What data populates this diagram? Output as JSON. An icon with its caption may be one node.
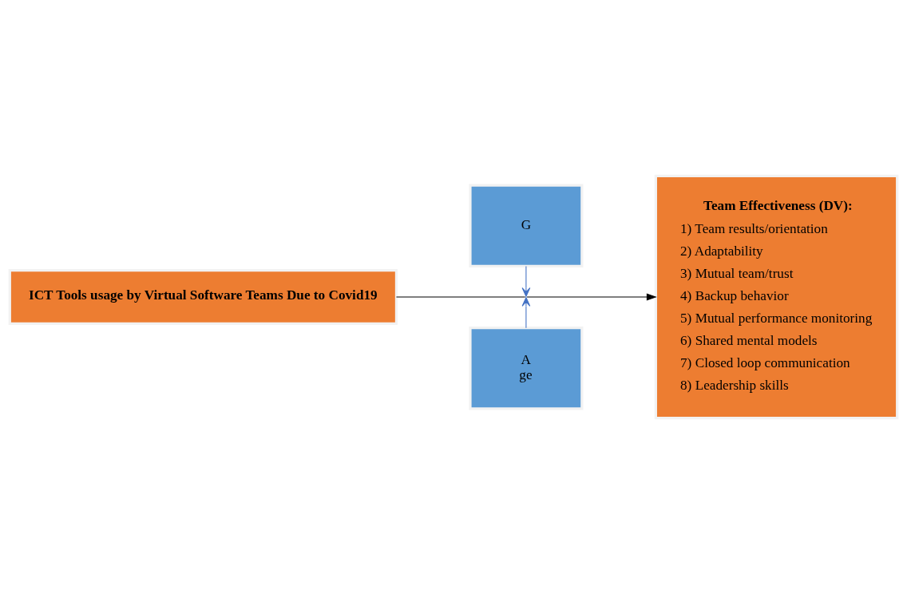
{
  "diagram": {
    "nodes": [
      {
        "text": [
          "G"
        ]
      },
      {
        "text": [
          "A",
          "ge"
        ]
      },
      {
        "text": [
          "Team Effectiveness (DV):",
          "1) Team results/orientation",
          "2) Adaptability",
          "3) Mutual team/trust",
          "4) Backup behavior",
          "5) Mutual performance monitoring",
          "6) Shared mental models",
          "7) Closed loop communication",
          "8) Leadership skills"
        ]
      },
      {
        "text": [
          "ICT Tools usage by Virtual Software Teams Due to Covid19"
        ]
      }
    ],
    "edges": [
      {
        "from": 3,
        "to": 2,
        "arrow": "to",
        "color": "#000000"
      },
      {
        "from": 0,
        "to": null,
        "arrow": "to"
      },
      {
        "from": 1,
        "to": null,
        "arrow": "to"
      }
    ]
  }
}
